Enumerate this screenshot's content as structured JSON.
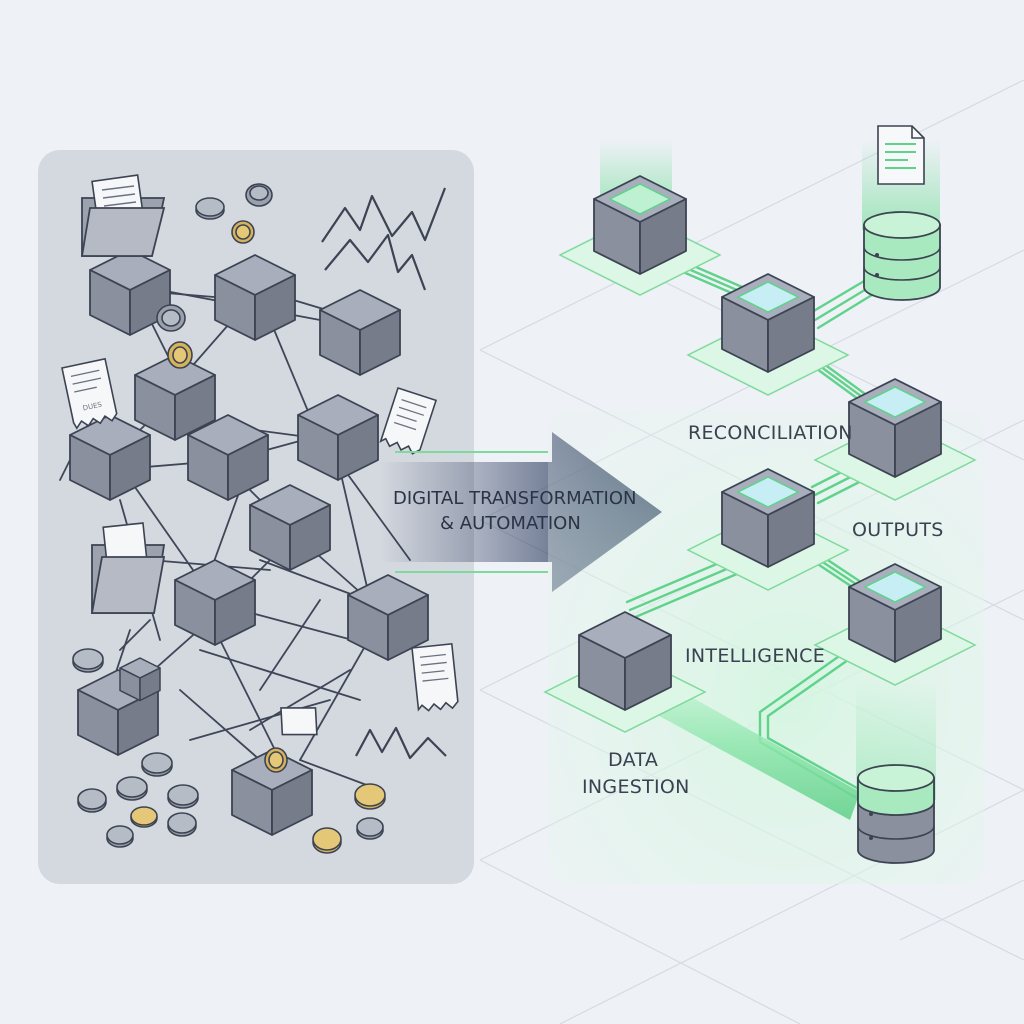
{
  "arrow": {
    "line1": "DIGITAL TRANSFORMATION",
    "line2": "& AUTOMATION"
  },
  "pipeline": {
    "reconciliation": "RECONCILIATION",
    "outputs": "OUTPUTS",
    "intelligence": "INTELLIGENCE",
    "ingestion_line1": "DATA",
    "ingestion_line2": "INGESTION"
  },
  "receipt_text": "DUES",
  "colors": {
    "background": "#eef1f6",
    "chaos_panel": "#d4d8df",
    "cube_top": "#a8aebb",
    "cube_left": "#8a909d",
    "cube_right": "#767c89",
    "outline": "#3c4352",
    "accent_green": "#5fd38a",
    "glow_green": "#bff0cf",
    "arrow_navy": "#26365a",
    "coin_gold": "#d6b35a",
    "coin_gray": "#9aa1ad"
  },
  "icons": [
    "folder-icon",
    "coin-icon",
    "receipt-icon",
    "zigzag-line-icon",
    "document-icon",
    "database-icon",
    "cube-icon"
  ]
}
